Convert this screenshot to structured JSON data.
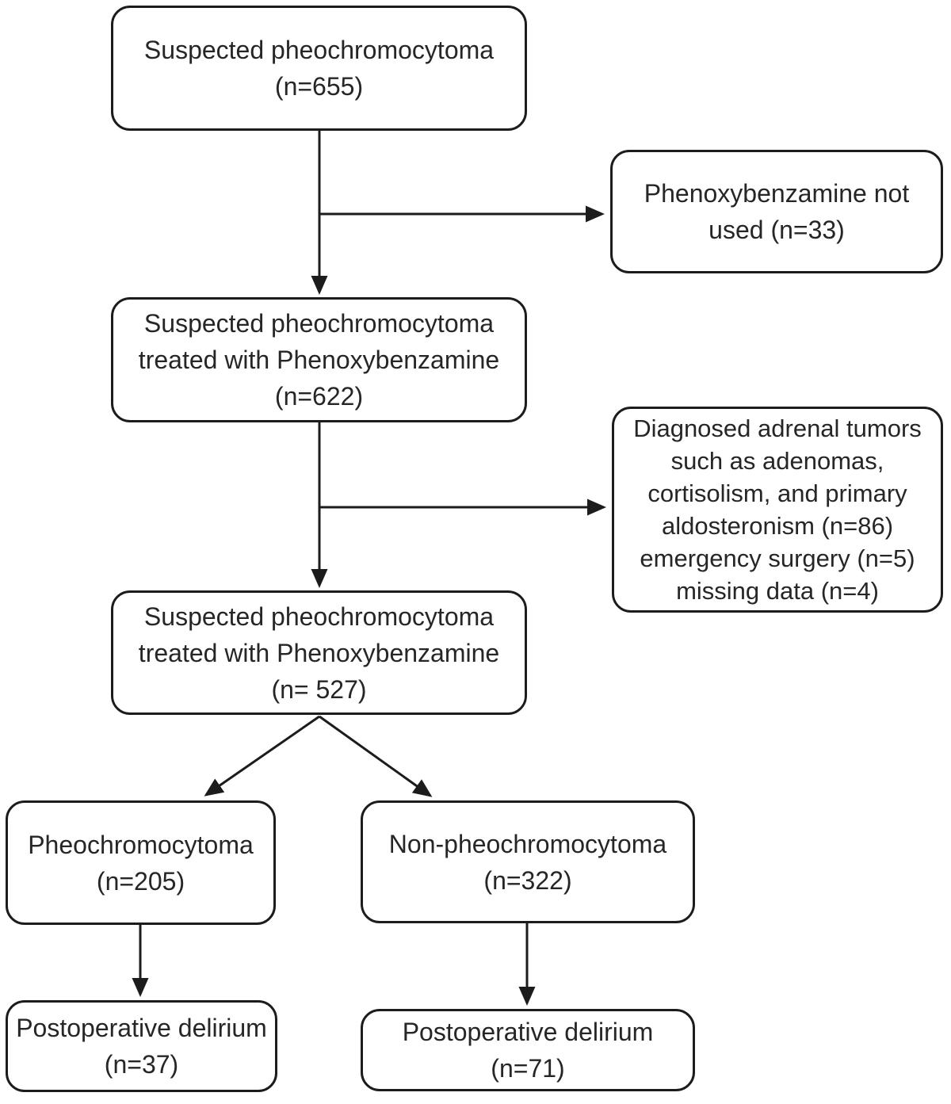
{
  "nodes": {
    "suspected": {
      "lines": [
        "Suspected pheochromocytoma",
        "(n=655)"
      ]
    },
    "not_used": {
      "lines": [
        "Phenoxybenzamine not",
        "used (n=33)"
      ]
    },
    "treated_622": {
      "lines": [
        "Suspected pheochromocytoma",
        "treated with Phenoxybenzamine",
        "(n=622)"
      ]
    },
    "excluded": {
      "lines": [
        "Diagnosed adrenal tumors",
        "such as adenomas,",
        "cortisolism, and primary",
        "aldosteronism (n=86)",
        "emergency surgery (n=5)",
        "missing data (n=4)"
      ]
    },
    "treated_527": {
      "lines": [
        "Suspected pheochromocytoma",
        "treated with Phenoxybenzamine",
        "(n= 527)"
      ]
    },
    "pheochromocytoma": {
      "lines": [
        "Pheochromocytoma",
        "(n=205)"
      ]
    },
    "non_pheochromocytoma": {
      "lines": [
        "Non-pheochromocytoma",
        "(n=322)"
      ]
    },
    "delirium_pheo": {
      "lines": [
        "Postoperative delirium",
        "(n=37)"
      ]
    },
    "delirium_nonpheo": {
      "lines": [
        "Postoperative delirium",
        "(n=71)"
      ]
    }
  },
  "colors": {
    "line": "#1c1c1c",
    "text": "#262626",
    "background": "#ffffff"
  }
}
